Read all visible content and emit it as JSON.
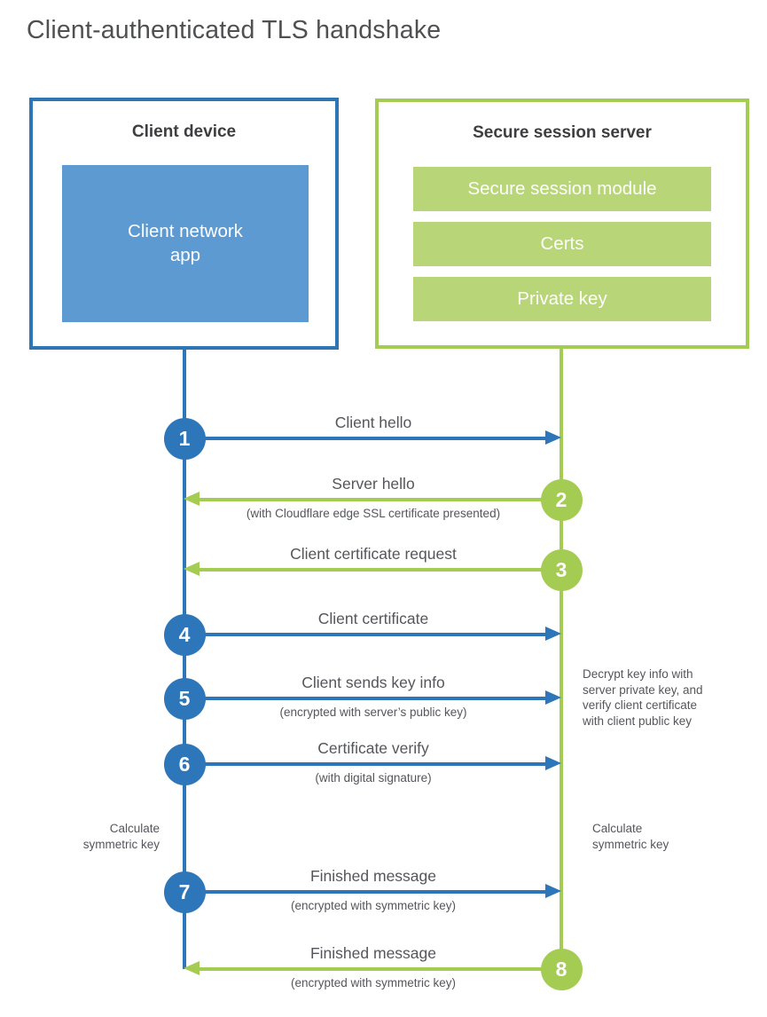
{
  "title": "Client-authenticated TLS handshake",
  "colors": {
    "blue": "#2d76b9",
    "blue_border": "#2e75b6",
    "blue_fill": "#5d9ad2",
    "green": "#a4cb52",
    "green_fill": "#b8d677",
    "heading_dark": "#3e3e40",
    "label_gray": "#55565b",
    "title_gray": "#4f5052"
  },
  "client": {
    "title": "Client device",
    "app_label": "Client network\napp"
  },
  "server": {
    "title": "Secure session server",
    "modules": [
      "Secure session module",
      "Certs",
      "Private key"
    ]
  },
  "steps": [
    {
      "number": "1",
      "label": "Client hello",
      "from": "client",
      "to": "server"
    },
    {
      "number": "2",
      "label": "Server hello",
      "sublabel": "(with Cloudflare edge SSL certificate presented)",
      "from": "server",
      "to": "client"
    },
    {
      "number": "3",
      "label": "Client certificate request",
      "from": "server",
      "to": "client"
    },
    {
      "number": "4",
      "label": "Client certificate",
      "from": "client",
      "to": "server"
    },
    {
      "number": "5",
      "label": "Client sends key info",
      "sublabel": "(encrypted with server’s public key)",
      "from": "client",
      "to": "server"
    },
    {
      "number": "6",
      "label": "Certificate verify",
      "sublabel": "(with digital signature)",
      "from": "client",
      "to": "server"
    },
    {
      "number": "7",
      "label": "Finished message",
      "sublabel": "(encrypted with symmetric key)",
      "from": "client",
      "to": "server"
    },
    {
      "number": "8",
      "label": "Finished message",
      "sublabel": "(encrypted with symmetric key)",
      "from": "server",
      "to": "client"
    }
  ],
  "notes": {
    "server_side": "Decrypt key info with\nserver private key, and\nverify client certificate\nwith client public key",
    "calc_client": "Calculate\nsymmetric key",
    "calc_server": "Calculate\nsymmetric key"
  }
}
